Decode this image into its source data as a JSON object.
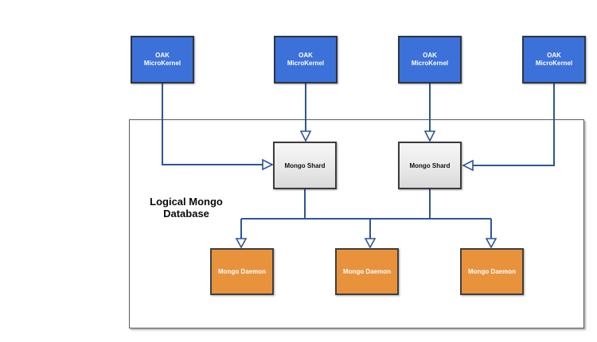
{
  "diagram": {
    "kernels": [
      {
        "line1": "OAK",
        "line2": "MicroKernel"
      },
      {
        "line1": "OAK",
        "line2": "MicroKernel"
      },
      {
        "line1": "OAK",
        "line2": "MicroKernel"
      },
      {
        "line1": "OAK",
        "line2": "MicroKernel"
      }
    ],
    "container": {
      "line1": "Logical Mongo",
      "line2": "Database"
    },
    "shards": [
      {
        "label": "Mongo Shard"
      },
      {
        "label": "Mongo Shard"
      }
    ],
    "daemons": [
      {
        "label": "Mongo Daemon"
      },
      {
        "label": "Mongo Daemon"
      },
      {
        "label": "Mongo Daemon"
      }
    ],
    "colors": {
      "kernel_fill": "#3B71D8",
      "shard_fill": "#E9E9E9",
      "daemon_fill": "#E8923C",
      "connector": "#2F5597",
      "container_border": "#5A5A5A"
    }
  }
}
